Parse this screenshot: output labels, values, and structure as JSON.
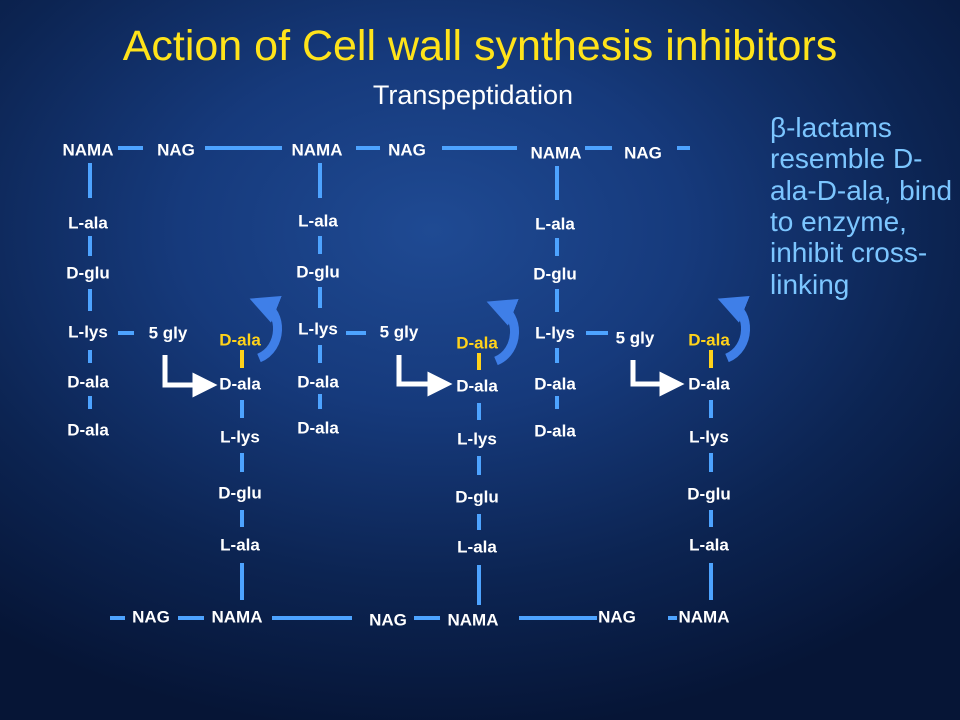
{
  "title": "Action of Cell wall synthesis inhibitors",
  "subtitle": "Transpeptidation",
  "note": "-lactams resemble D-ala-D-ala, bind to enzyme, inhibit cross-linking",
  "note_symbol": "β",
  "colors": {
    "title": "#ffe31a",
    "text": "#ffffff",
    "highlight": "#ffd21a",
    "bond": "#4da3ff",
    "arrow": "#ffffff",
    "curved_arrow": "#3f7fe8",
    "note": "#7cc6ff"
  },
  "top_row": {
    "glycan": [
      "NAMA",
      "NAG",
      "NAMA",
      "NAG",
      "NAMA",
      "NAG"
    ],
    "peptide_chains": [
      [
        "L-ala",
        "D-glu",
        "L-lys",
        "D-ala",
        "D-ala"
      ],
      [
        "L-ala",
        "D-glu",
        "L-lys",
        "D-ala",
        "D-ala"
      ],
      [
        "L-ala",
        "D-glu",
        "L-lys",
        "D-ala",
        "D-ala"
      ]
    ],
    "bridges": [
      "5 gly",
      "5 gly",
      "5 gly"
    ]
  },
  "bottom_row": {
    "glycan": [
      "NAG",
      "NAMA",
      "NAG",
      "NAMA",
      "NAG",
      "NAMA"
    ],
    "peptide_chains": [
      [
        "D-ala",
        "D-ala",
        "L-lys",
        "D-glu",
        "L-ala"
      ],
      [
        "D-ala",
        "D-ala",
        "L-lys",
        "D-glu",
        "L-ala"
      ],
      [
        "D-ala",
        "D-ala",
        "L-lys",
        "D-glu",
        "L-ala"
      ]
    ]
  }
}
